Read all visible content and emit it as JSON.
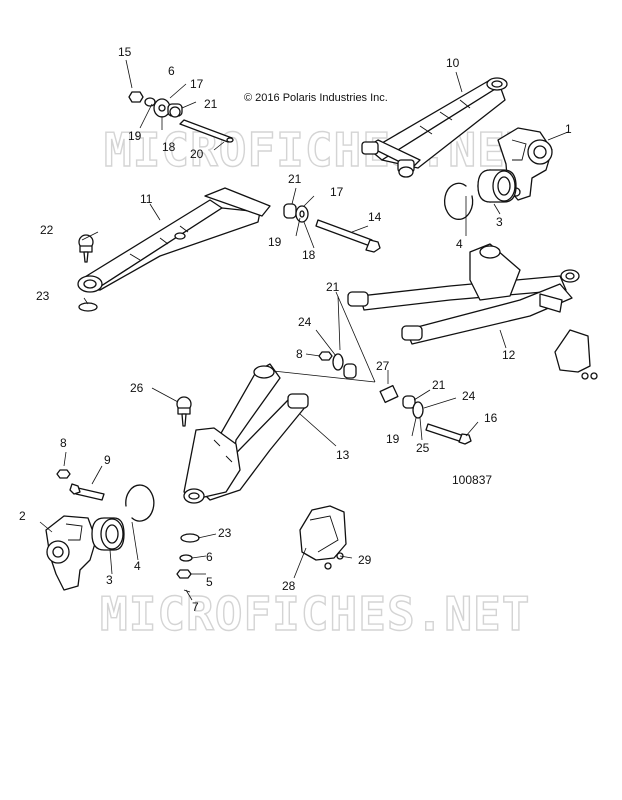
{
  "diagram": {
    "copyright": "© 2016 Polaris Industries Inc.",
    "diagram_id": "100837",
    "watermark": "MICROFICHES.NET"
  },
  "callouts": {
    "c1": "1",
    "c2": "2",
    "c3a": "3",
    "c3b": "3",
    "c4a": "4",
    "c4b": "4",
    "c5": "5",
    "c6a": "6",
    "c6b": "6",
    "c7": "7",
    "c8a": "8",
    "c8b": "8",
    "c9": "9",
    "c10": "10",
    "c11": "11",
    "c12": "12",
    "c13": "13",
    "c14": "14",
    "c15": "15",
    "c16": "16",
    "c17a": "17",
    "c17b": "17",
    "c18a": "18",
    "c18b": "18",
    "c19a": "19",
    "c19b": "19",
    "c19c": "19",
    "c20": "20",
    "c21a": "21",
    "c21b": "21",
    "c21c": "21",
    "c21d": "21",
    "c22": "22",
    "c23a": "23",
    "c23b": "23",
    "c24a": "24",
    "c24b": "24",
    "c25": "25",
    "c26": "26",
    "c27": "27",
    "c28": "28",
    "c29": "29"
  }
}
